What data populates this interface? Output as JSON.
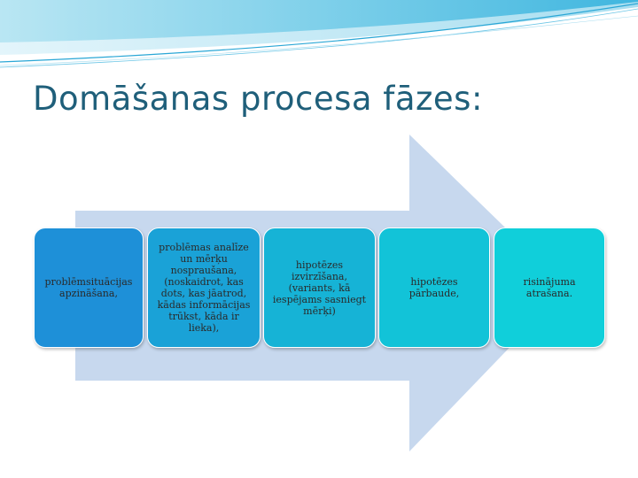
{
  "slide": {
    "title": "Domāšanas procesa fāzes:"
  },
  "colors": {
    "title": "#1f5f7a",
    "arrow": "#c7d8ee",
    "step_1": "#1e90d8",
    "step_2": "#1aa2d7",
    "step_3": "#16b3d6",
    "step_4": "#12c3d8",
    "step_5": "#10cfda"
  },
  "steps": [
    {
      "text": "problēmsituācijas apzināšana,"
    },
    {
      "text": "problēmas analīze un mērķu nospraušana, (noskaidrot, kas dots, kas jāatrod, kādas informācijas trūkst, kāda ir lieka),"
    },
    {
      "text": "hipotēzes izvirzīšana, (variants, kā iespējams sasniegt mērķi)"
    },
    {
      "text": "hipotēzes pārbaude,"
    },
    {
      "text": "risinājuma atrašana."
    }
  ]
}
